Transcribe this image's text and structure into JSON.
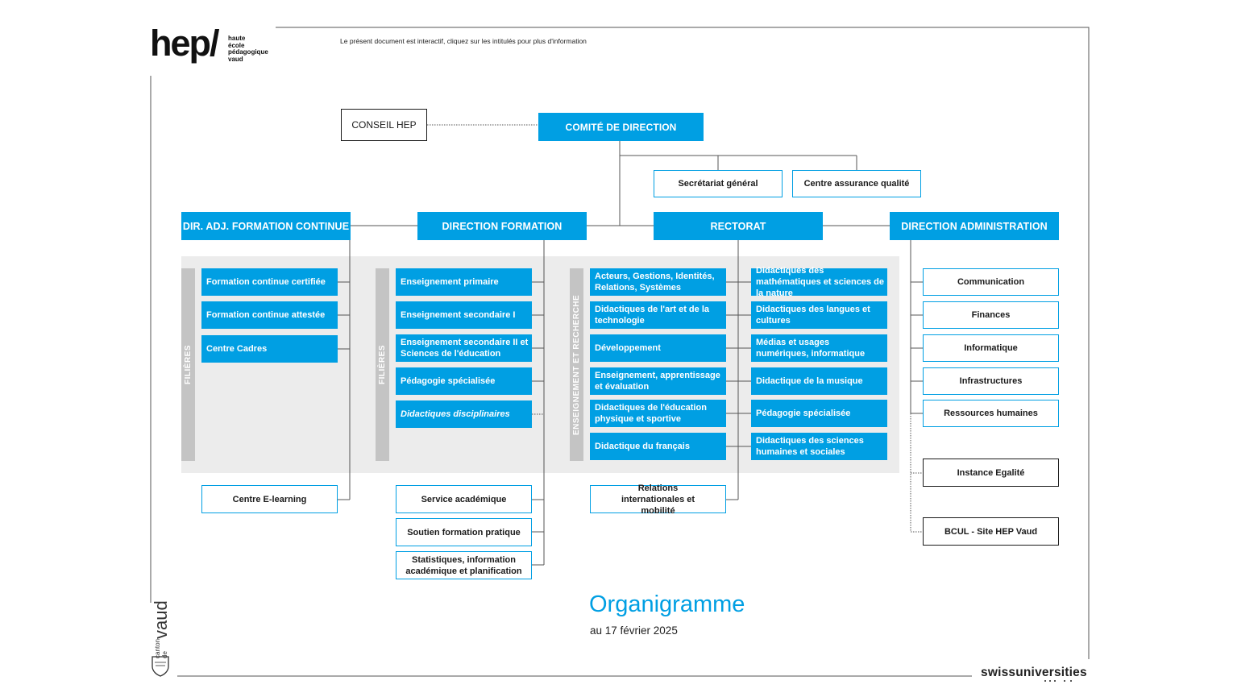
{
  "header": {
    "logo_wordmark": "hep/",
    "logo_lines": [
      "haute",
      "école",
      "pédagogique",
      "vaud"
    ],
    "notice": "Le présent document est interactif, cliquez sur les intitulés pour plus d'information"
  },
  "top": {
    "conseil": "CONSEIL HEP",
    "comite": "COMITÉ DE DIRECTION",
    "secretariat": "Secrétariat général",
    "qualite": "Centre assurance qualité"
  },
  "directions": {
    "formation_continue": "DIR. ADJ. FORMATION CONTINUE",
    "formation": "DIRECTION FORMATION",
    "rectorat": "RECTORAT",
    "administration": "DIRECTION ADMINISTRATION"
  },
  "column_fc": {
    "bar_label": "FILIÈRES",
    "items": [
      "Formation continue certifiée",
      "Formation continue attestée",
      "Centre Cadres"
    ],
    "elearning": "Centre E-learning"
  },
  "column_df": {
    "bar_label": "FILIÈRES",
    "items": [
      "Enseignement primaire",
      "Enseignement secondaire I",
      "Enseignement secondaire II et Sciences de l'éducation",
      "Pédagogie spécialisée",
      "Didactiques disciplinaires"
    ],
    "services": [
      "Service académique",
      "Soutien formation pratique",
      "Statistiques, information académique et planification"
    ]
  },
  "column_rect": {
    "bar_label": "ENSEIGNEMENT ET RECHERCHE",
    "left": [
      "Acteurs, Gestions, Identités, Relations, Systèmes",
      "Didactiques de l'art et de la technologie",
      "Développement",
      "Enseignement, apprentissage et évaluation",
      "Didactiques de l'éducation physique et sportive",
      "Didactique du français"
    ],
    "right": [
      "Didactiques des mathématiques et sciences de la nature",
      "Didactiques des langues et cultures",
      "Médias et usages numériques, informatique",
      "Didactique de la musique",
      "Pédagogie spécialisée",
      "Didactiques des sciences humaines et sociales"
    ],
    "international": "Relations internationales et mobilité"
  },
  "column_admin": {
    "items": [
      "Communication",
      "Finances",
      "Informatique",
      "Infrastructures",
      "Ressources humaines"
    ],
    "others": [
      "Instance Egalité",
      "BCUL - Site HEP Vaud"
    ]
  },
  "footer": {
    "title": "Organigramme",
    "date": "au 17 février 2025",
    "canton_small": "canton de",
    "canton_big": "vaud",
    "partner": "swissuniversities"
  },
  "colors": {
    "accent": "#009fe3",
    "panel": "#ececec",
    "bar": "#c4c4c4",
    "line": "#555555"
  }
}
